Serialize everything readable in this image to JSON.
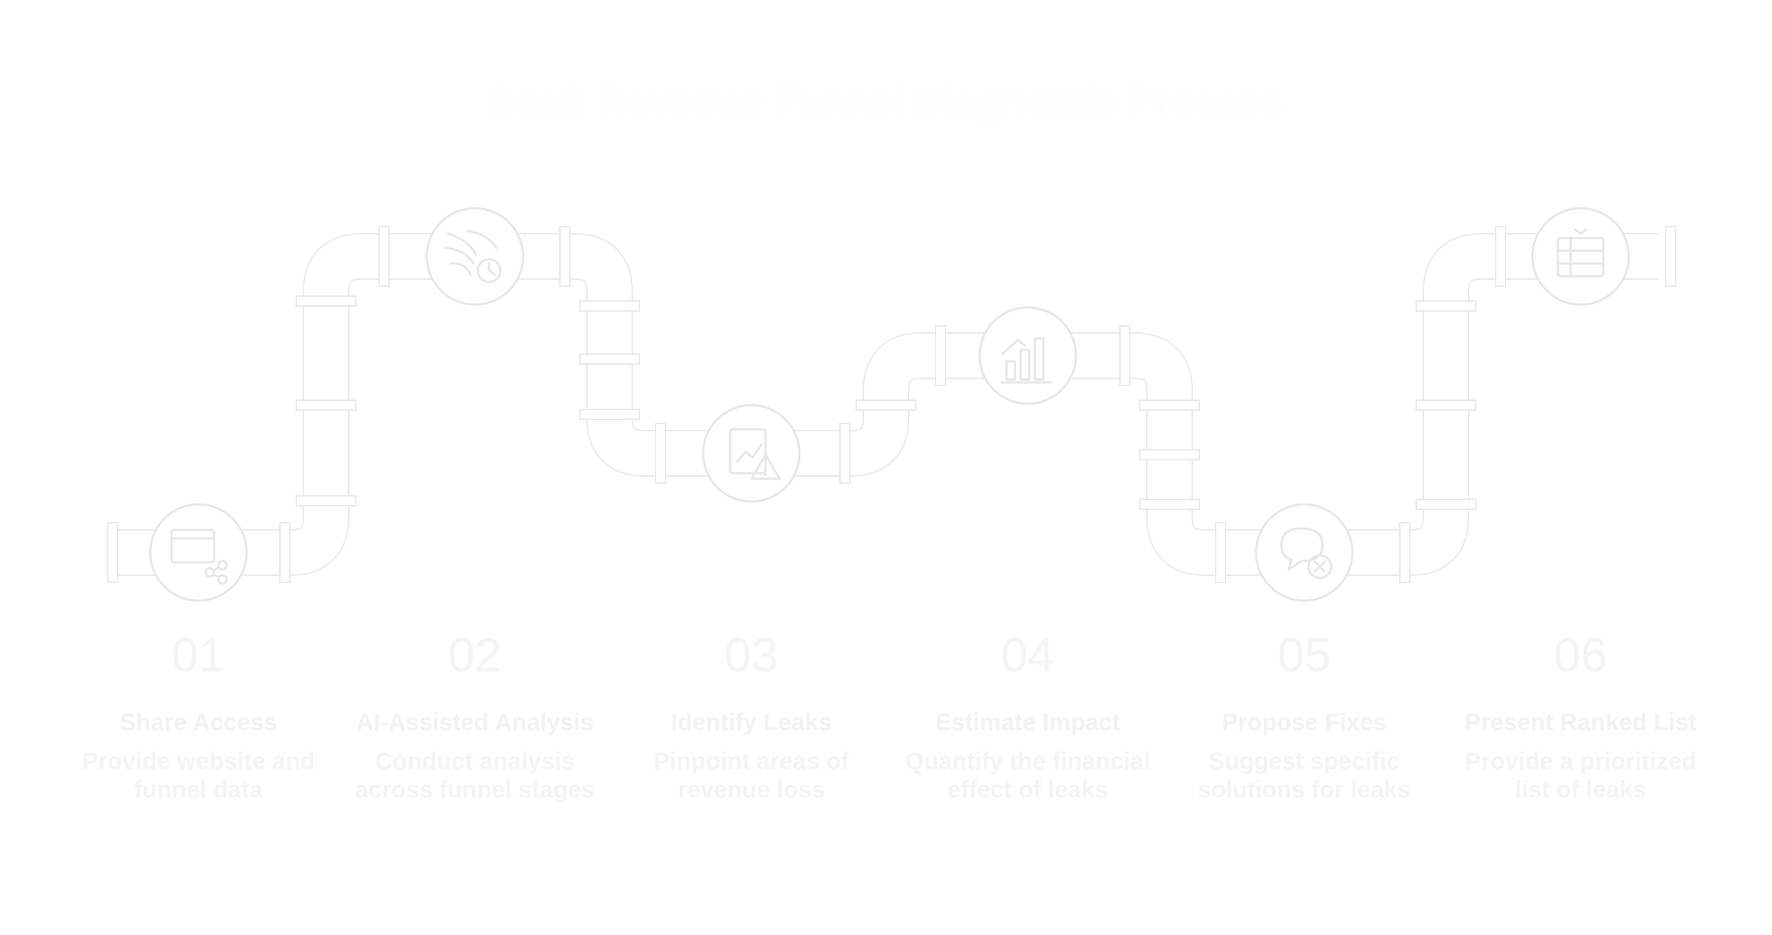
{
  "title": "SaaS Revenue Funnel Diagnostic Process",
  "colors": {
    "background": "#ffffff",
    "pipe": "#fdfdfd",
    "pipe_outline": "#ececec",
    "text": "#f3f3f3"
  },
  "steps": [
    {
      "number": "01",
      "title": "Share Access",
      "description": "Provide website and funnel data",
      "icon": "browser-share-icon"
    },
    {
      "number": "02",
      "title": "AI-Assisted Analysis",
      "description": "Conduct analysis across funnel stages",
      "icon": "funnel-clock-icon"
    },
    {
      "number": "03",
      "title": "Identify Leaks",
      "description": "Pinpoint areas of revenue loss",
      "icon": "chart-warning-icon"
    },
    {
      "number": "04",
      "title": "Estimate Impact",
      "description": "Quantify the financial effect of leaks",
      "icon": "bar-chart-icon"
    },
    {
      "number": "05",
      "title": "Propose Fixes",
      "description": "Suggest specific solutions for leaks",
      "icon": "chat-cancel-icon"
    },
    {
      "number": "06",
      "title": "Present Ranked List",
      "description": "Provide a prioritized list of leaks",
      "icon": "ranked-list-icon"
    }
  ]
}
